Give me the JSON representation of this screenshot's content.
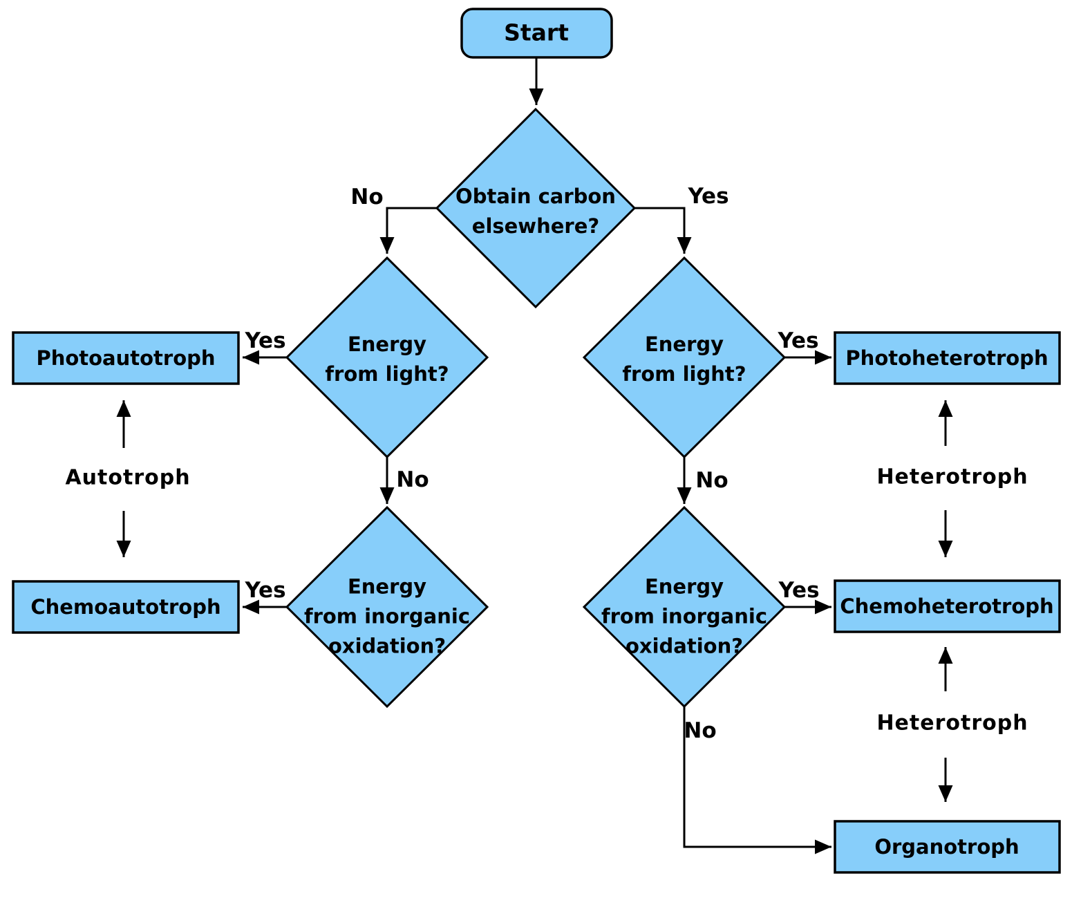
{
  "colors": {
    "node_fill": "#87CEFA",
    "node_border": "#000000",
    "line": "#000000",
    "text": "#000000",
    "background": "#FFFFFF"
  },
  "nodes": {
    "start": {
      "label": "Start"
    },
    "q_carbon": {
      "lines": [
        "Obtain carbon",
        "elsewhere?"
      ]
    },
    "q_light_left": {
      "lines": [
        "Energy",
        "from light?"
      ]
    },
    "q_inorganic_left": {
      "lines": [
        "Energy",
        "from inorganic",
        "oxidation?"
      ]
    },
    "q_light_right": {
      "lines": [
        "Energy",
        "from light?"
      ]
    },
    "q_inorganic_right": {
      "lines": [
        "Energy",
        "from inorganic",
        "oxidation?"
      ]
    },
    "photoautotroph": {
      "label": "Photoautotroph"
    },
    "chemoautotroph": {
      "label": "Chemoautotroph"
    },
    "photoheterotroph": {
      "label": "Photoheterotroph"
    },
    "chemoheterotroph": {
      "label": "Chemoheterotroph"
    },
    "organotroph": {
      "label": "Organotroph"
    }
  },
  "edge_labels": {
    "carbon_no": "No",
    "carbon_yes": "Yes",
    "light_left_yes": "Yes",
    "light_left_no": "No",
    "inorganic_left_yes": "Yes",
    "light_right_yes": "Yes",
    "light_right_no": "No",
    "inorganic_right_yes": "Yes",
    "inorganic_right_no": "No"
  },
  "group_labels": {
    "autotroph": "Autotroph",
    "heterotroph_top": "Heterotroph",
    "heterotroph_bottom": "Heterotroph"
  }
}
